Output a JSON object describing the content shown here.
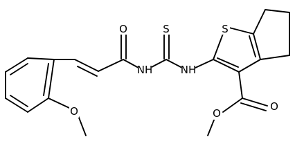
{
  "diagram": {
    "type": "chemical-structure",
    "atom_labels": {
      "carbonyl_oxygen_top": "O",
      "thiourea_sulfur": "S",
      "thiophene_sulfur": "S",
      "amide_nitrogen": "NH",
      "thiourea_nitrogen": "NH",
      "methoxy_oxygen": "O",
      "ester_carbonyl_oxygen": "O",
      "ester_ether_oxygen": "O"
    },
    "line_color": "#000000",
    "background": "#ffffff"
  }
}
